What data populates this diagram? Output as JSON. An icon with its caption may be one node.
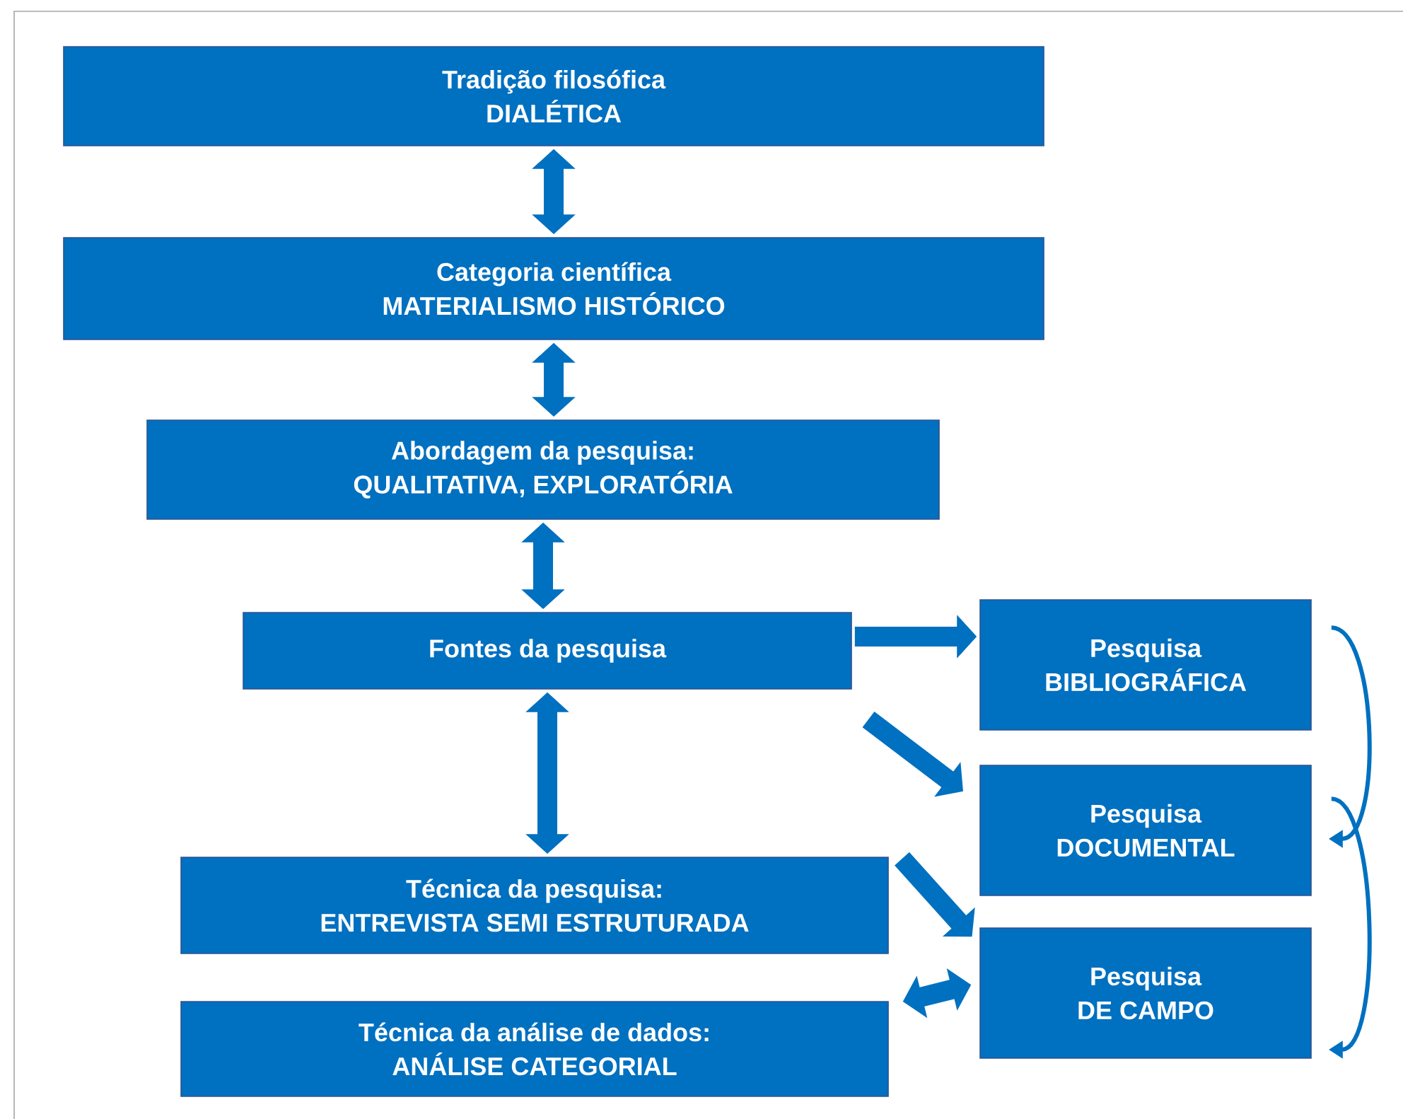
{
  "diagram": {
    "nodes": [
      {
        "text": [
          "Tradição filosófica",
          "DIALÉTICA"
        ]
      },
      {
        "text": [
          "Categoria científica",
          "MATERIALISMO HISTÓRICO"
        ]
      },
      {
        "text": [
          "Abordagem da pesquisa:",
          "QUALITATIVA, EXPLORATÓRIA"
        ]
      },
      {
        "text": [
          "Fontes da pesquisa"
        ]
      },
      {
        "text": [
          "Pesquisa",
          "BIBLIOGRÁFICA"
        ]
      },
      {
        "text": [
          "Pesquisa",
          "DOCUMENTAL"
        ]
      },
      {
        "text": [
          "Técnica da pesquisa:",
          "ENTREVISTA SEMI ESTRUTURADA"
        ]
      },
      {
        "text": [
          "Técnica da análise de dados:",
          "ANÁLISE CATEGORIAL"
        ]
      },
      {
        "text": [
          "Pesquisa",
          "DE CAMPO"
        ]
      }
    ],
    "edges": [
      {
        "from": 0,
        "to": 1,
        "arrow": "both"
      },
      {
        "from": 1,
        "to": 2,
        "arrow": "both"
      },
      {
        "from": 2,
        "to": 3,
        "arrow": "both"
      },
      {
        "from": 3,
        "to": 6,
        "arrow": "both"
      },
      {
        "from": 3,
        "to": 4,
        "arrow": "to"
      },
      {
        "from": 3,
        "to": 5,
        "arrow": "to"
      },
      {
        "from": 6,
        "to": 8,
        "arrow": "to"
      },
      {
        "from": 8,
        "to": 7,
        "arrow": "both"
      },
      {
        "from": 4,
        "to": 5,
        "arrow": "to"
      },
      {
        "from": 5,
        "to": 8,
        "arrow": "to"
      }
    ]
  }
}
